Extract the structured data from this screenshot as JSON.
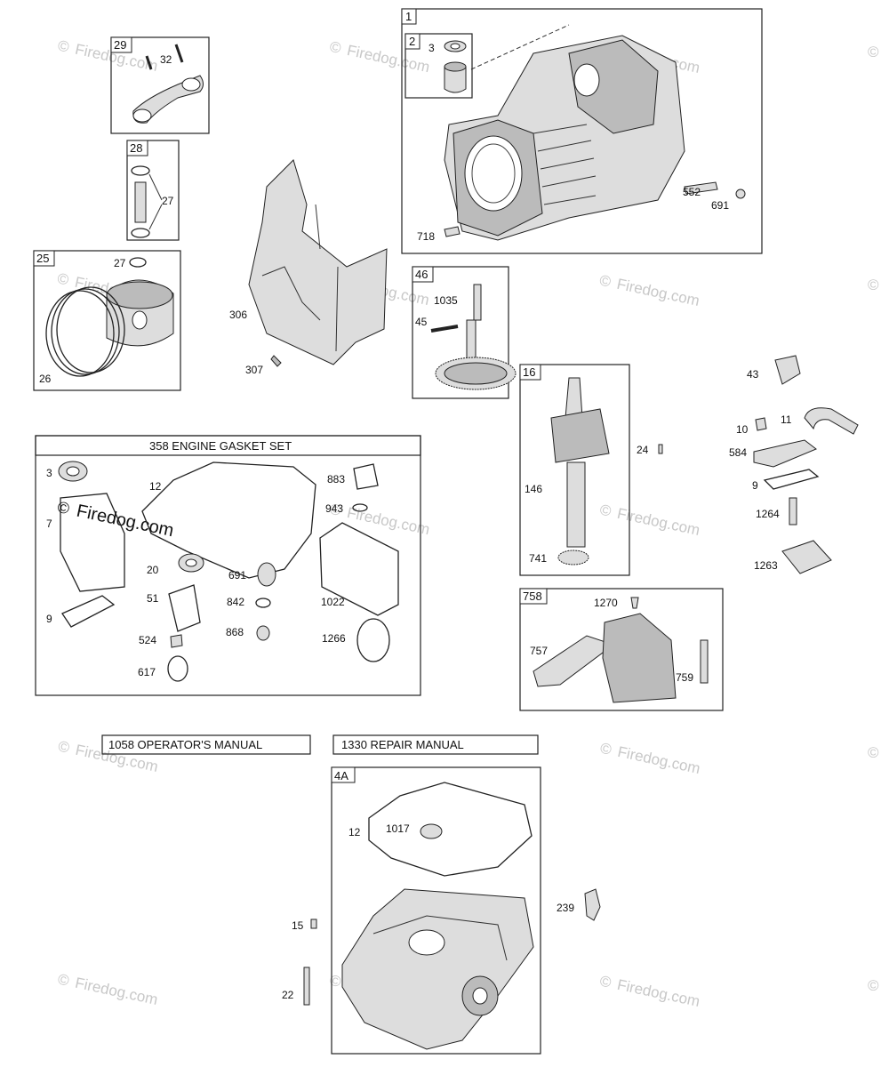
{
  "watermark": {
    "text": "Firedog.com",
    "symbol": "©"
  },
  "boxes": {
    "box_1": "1",
    "box_2": "2",
    "box_29": "29",
    "box_28": "28",
    "box_25": "25",
    "box_46": "46",
    "box_16": "16",
    "box_758": "758",
    "box_4a": "4A"
  },
  "headers": {
    "gasket_set": "358 ENGINE GASKET SET",
    "operators_manual": "1058 OPERATOR'S MANUAL",
    "repair_manual": "1330 REPAIR MANUAL"
  },
  "callouts": {
    "c3_top": "3",
    "c552": "552",
    "c691_top": "691",
    "c718": "718",
    "c32": "32",
    "c27_a": "27",
    "c27_b": "27",
    "c26": "26",
    "c306": "306",
    "c307": "307",
    "c1035": "1035",
    "c45": "45",
    "c43": "43",
    "c10": "10",
    "c11": "11",
    "c584": "584",
    "c9_right": "9",
    "c1264": "1264",
    "c1263": "1263",
    "c24": "24",
    "c146": "146",
    "c741": "741",
    "c1270": "1270",
    "c757": "757",
    "c759": "759",
    "g3": "3",
    "g12": "12",
    "g883": "883",
    "g943": "943",
    "g7": "7",
    "g20": "20",
    "g691": "691",
    "g51": "51",
    "g842": "842",
    "g1022": "1022",
    "g9": "9",
    "g524": "524",
    "g868": "868",
    "g1266": "1266",
    "g617": "617",
    "c12_bottom": "12",
    "c1017": "1017",
    "c239": "239",
    "c15": "15",
    "c22": "22"
  }
}
